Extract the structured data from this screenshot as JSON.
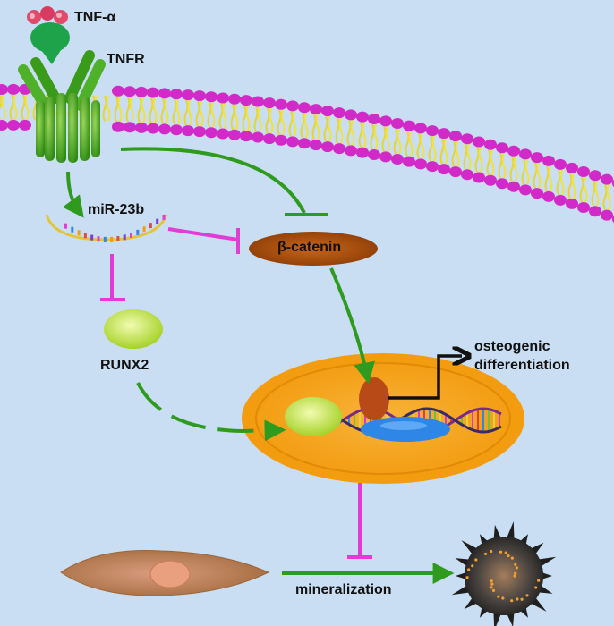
{
  "labels": {
    "tnf": "TNF-α",
    "tnfr": "TNFR",
    "mir": "miR-23b",
    "beta": "β-catenin",
    "runx2": "RUNX2",
    "osteo_line1": "osteogenic",
    "osteo_line2": "differentiation",
    "mineral": "mineralization"
  },
  "colors": {
    "background": "#c9def2",
    "activation_arrow": "#2e9a1e",
    "inhibition_miR": "#e23bd6",
    "membrane_head": "#d22ac8",
    "membrane_tail": "#f2e23a",
    "nucleus": "#f7a21b"
  }
}
